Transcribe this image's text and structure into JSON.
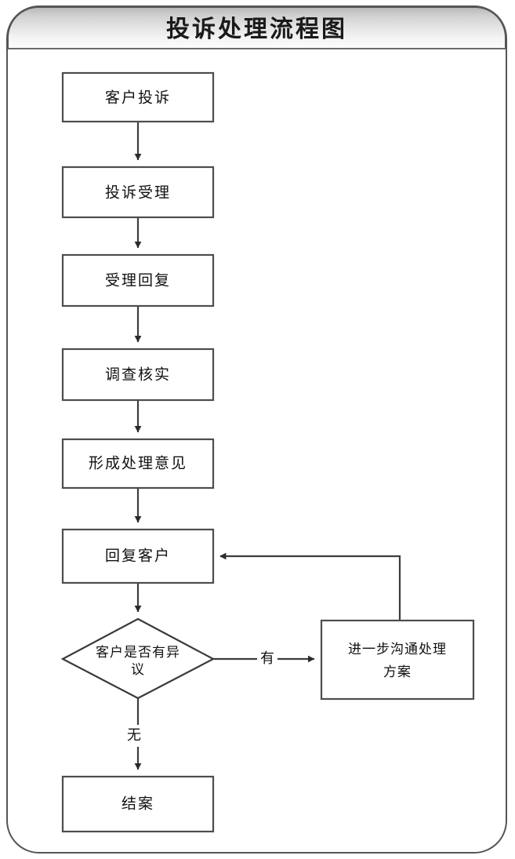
{
  "header": {
    "title": "投诉处理流程图"
  },
  "colors": {
    "border": "#4d4d4d",
    "edge": "#3d3d3d",
    "text": "#111111",
    "header_top": "#b9b9b9",
    "header_bottom": "#fcfcfc",
    "canvas": "#ffffff"
  },
  "chart_data": {
    "type": "diagram",
    "title": "投诉处理流程图",
    "orientation": "top-to-bottom",
    "nodes": [
      {
        "id": "n1",
        "shape": "rect",
        "label": "客户投诉",
        "lines": [
          "客户投诉"
        ]
      },
      {
        "id": "n2",
        "shape": "rect",
        "label": "投诉受理",
        "lines": [
          "投诉受理"
        ]
      },
      {
        "id": "n3",
        "shape": "rect",
        "label": "受理回复",
        "lines": [
          "受理回复"
        ]
      },
      {
        "id": "n4",
        "shape": "rect",
        "label": "调查核实",
        "lines": [
          "调查核实"
        ]
      },
      {
        "id": "n5",
        "shape": "rect",
        "label": "形成处理意见",
        "lines": [
          "形成处理意见"
        ]
      },
      {
        "id": "n6",
        "shape": "rect",
        "label": "回复客户",
        "lines": [
          "回复客户"
        ]
      },
      {
        "id": "d1",
        "shape": "diamond",
        "label": "客户是否有异议",
        "lines": [
          "客户是否有异",
          "议"
        ]
      },
      {
        "id": "n7",
        "shape": "rect",
        "label": "进一步沟通处理方案",
        "lines": [
          "进一步沟通处理",
          "方案"
        ]
      },
      {
        "id": "n8",
        "shape": "rect",
        "label": "结案",
        "lines": [
          "结案"
        ]
      }
    ],
    "edges": [
      {
        "from": "n1",
        "to": "n2",
        "label": ""
      },
      {
        "from": "n2",
        "to": "n3",
        "label": ""
      },
      {
        "from": "n3",
        "to": "n4",
        "label": ""
      },
      {
        "from": "n4",
        "to": "n5",
        "label": ""
      },
      {
        "from": "n5",
        "to": "n6",
        "label": ""
      },
      {
        "from": "n6",
        "to": "d1",
        "label": ""
      },
      {
        "from": "d1",
        "to": "n7",
        "label": "有"
      },
      {
        "from": "d1",
        "to": "n8",
        "label": "无"
      },
      {
        "from": "n7",
        "to": "n6",
        "label": ""
      }
    ]
  },
  "nodes": {
    "complaint": "客户投诉",
    "accept": "投诉受理",
    "accept_reply": "受理回复",
    "investigate": "调查核实",
    "form_opinion": "形成处理意见",
    "reply_customer": "回复客户",
    "decision_line1": "客户是否有异",
    "decision_line2": "议",
    "further_line1": "进一步沟通处理",
    "further_line2": "方案",
    "close_case": "结案"
  },
  "edge_labels": {
    "yes": "有",
    "no": "无"
  }
}
